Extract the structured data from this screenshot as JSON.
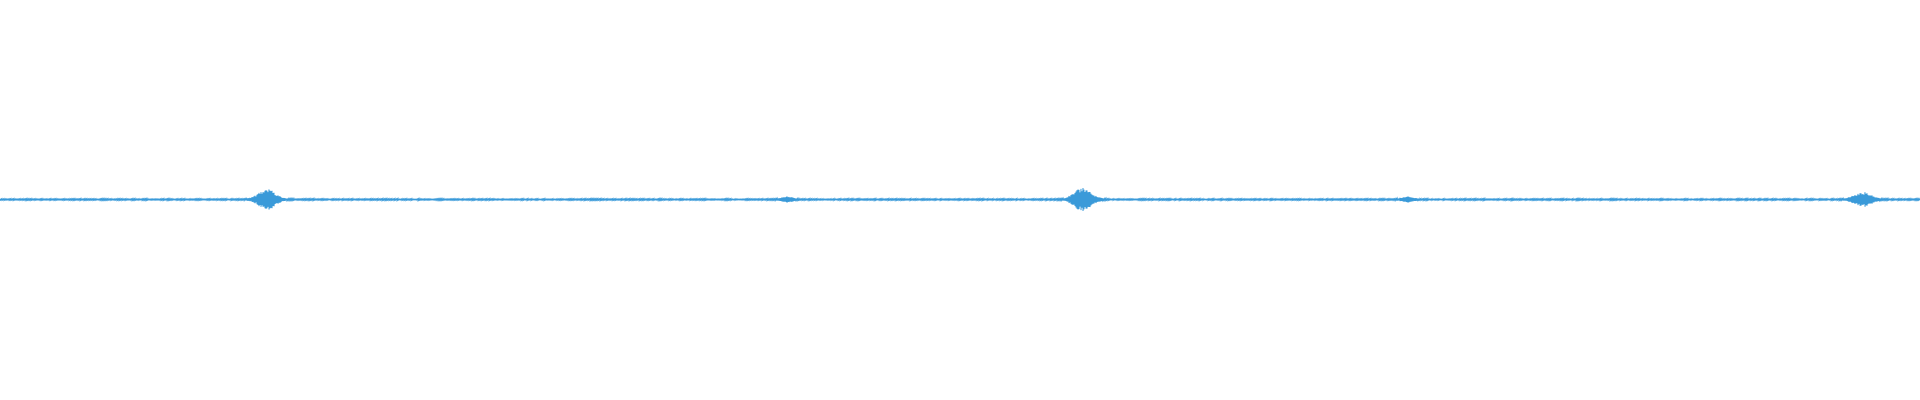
{
  "waveform": {
    "color": "#3a9ad9",
    "background": "#ffffff",
    "amplitude_range": [
      -1,
      1
    ],
    "baseline_amplitude": 0.004,
    "bursts": [
      {
        "position": 0.139,
        "peak_amplitude": 0.05,
        "spread": 0.006
      },
      {
        "position": 0.41,
        "peak_amplitude": 0.012,
        "spread": 0.004
      },
      {
        "position": 0.564,
        "peak_amplitude": 0.06,
        "spread": 0.006
      },
      {
        "position": 0.733,
        "peak_amplitude": 0.012,
        "spread": 0.004
      },
      {
        "position": 0.97,
        "peak_amplitude": 0.035,
        "spread": 0.006
      }
    ]
  }
}
